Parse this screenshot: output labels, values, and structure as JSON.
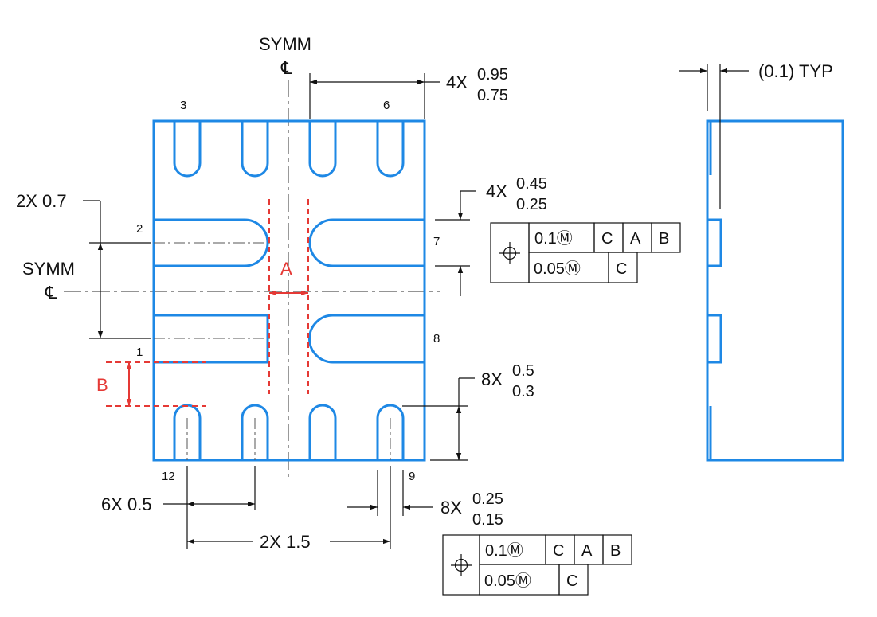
{
  "colors": {
    "package": "#1e88e5",
    "dimension": "#111111",
    "annotation": "#e53935"
  },
  "labels": {
    "symm_top": "SYMM",
    "symm_left": "SYMM",
    "centerline_symbol": "℄",
    "note_4x_pad_length": "4X",
    "pad_length_max": "0.95",
    "pad_length_min": "0.75",
    "note_4x_pad_width": "4X",
    "pad_width_max": "0.45",
    "pad_width_min": "0.25",
    "note_2x_07": "2X 0.7",
    "note_8x_length": "8X",
    "length_max": "0.5",
    "length_min": "0.3",
    "note_6x_pitch": "6X 0.5",
    "note_2x_span": "2X 1.5",
    "note_8x_width": "8X",
    "width_max": "0.25",
    "width_min": "0.15",
    "typ_note": "(0.1) TYP",
    "annotation_a": "A",
    "annotation_b": "B"
  },
  "pins": {
    "p1": "1",
    "p2": "2",
    "p3": "3",
    "p6": "6",
    "p7": "7",
    "p8": "8",
    "p9": "9",
    "p12": "12"
  },
  "fcf_upper": {
    "symbol": "⌖",
    "row1": [
      "0.1Ⓜ",
      "C",
      "A",
      "B"
    ],
    "row2": [
      "0.05Ⓜ",
      "C"
    ]
  },
  "fcf_lower": {
    "symbol": "⌖",
    "row1": [
      "0.1Ⓜ",
      "C",
      "A",
      "B"
    ],
    "row2": [
      "0.05Ⓜ",
      "C"
    ]
  }
}
